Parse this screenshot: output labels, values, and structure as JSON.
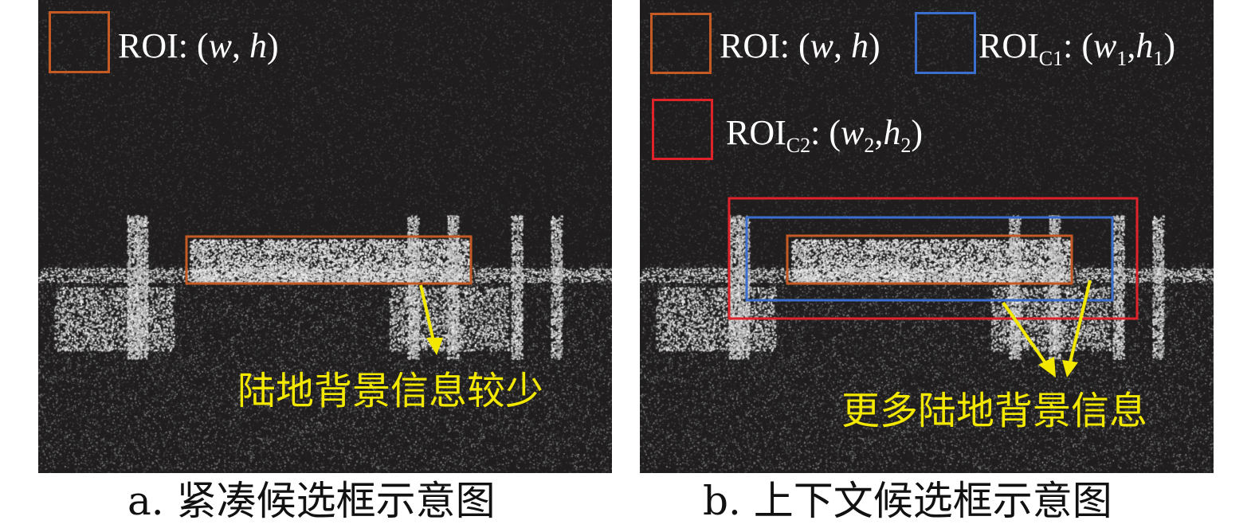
{
  "colors": {
    "roi": "#c55a25",
    "roi_c1": "#3a6fd0",
    "roi_c2": "#e0222a",
    "annotation": "#f2e800"
  },
  "panel_a": {
    "legend_roi": {
      "name": "ROI",
      "params": "(w, h)"
    },
    "annotation": "陆地背景信息较少",
    "caption": "a. 紧凑候选框示意图"
  },
  "panel_b": {
    "legend_roi": {
      "name": "ROI",
      "params": "(w, h)"
    },
    "legend_roi_c1": {
      "name": "ROI",
      "sub": "C1",
      "params_w": "w",
      "params_w_sub": "1",
      "params_h": "h",
      "params_h_sub": "1"
    },
    "legend_roi_c2": {
      "name": "ROI",
      "sub": "C2",
      "params_w": "w",
      "params_w_sub": "2",
      "params_h": "h",
      "params_h_sub": "2"
    },
    "annotation": "更多陆地背景信息",
    "caption": "b. 上下文候选框示意图"
  },
  "icons": [
    "roi-swatch-icon",
    "arrow-icon"
  ]
}
